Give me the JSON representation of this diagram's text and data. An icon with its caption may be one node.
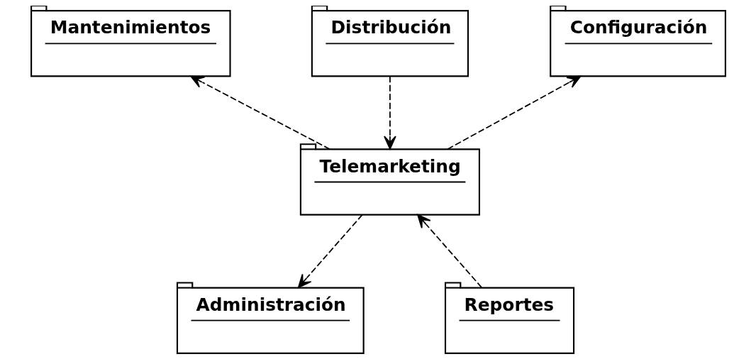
{
  "diagram": {
    "nodes": [
      {
        "text": [
          "Mantenimientos"
        ]
      },
      {
        "text": [
          "Configuración"
        ]
      },
      {
        "text": [
          "Distribución"
        ]
      },
      {
        "text": [
          "Telemarketing"
        ]
      },
      {
        "text": [
          "Administración"
        ]
      },
      {
        "text": [
          "Reportes"
        ]
      }
    ],
    "edges": [
      {
        "from": 3,
        "to": 0,
        "arrow": "to",
        "style": "dashed"
      },
      {
        "from": 3,
        "to": 1,
        "arrow": "to",
        "style": "dashed"
      },
      {
        "from": 2,
        "to": 3,
        "arrow": "to",
        "style": "dashed"
      },
      {
        "from": 3,
        "to": 4,
        "arrow": "to",
        "style": "dashed"
      },
      {
        "from": 5,
        "to": 3,
        "arrow": "to",
        "style": "dashed"
      }
    ]
  }
}
